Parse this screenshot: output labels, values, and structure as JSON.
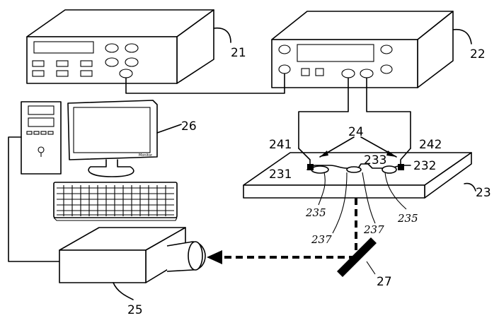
{
  "labels": {
    "power_supply_1": "21",
    "power_supply_2": "22",
    "substrate": "23",
    "probes": "24",
    "camera": "25",
    "computer": "26",
    "mirror": "27",
    "probe_left": "241",
    "probe_right": "242",
    "electrode_left": "231",
    "electrode_right": "232",
    "channel": "233",
    "region_left": "235",
    "region_right": "235",
    "junction_left": "237",
    "junction_right": "237"
  },
  "monitor_brand": "Monitor"
}
